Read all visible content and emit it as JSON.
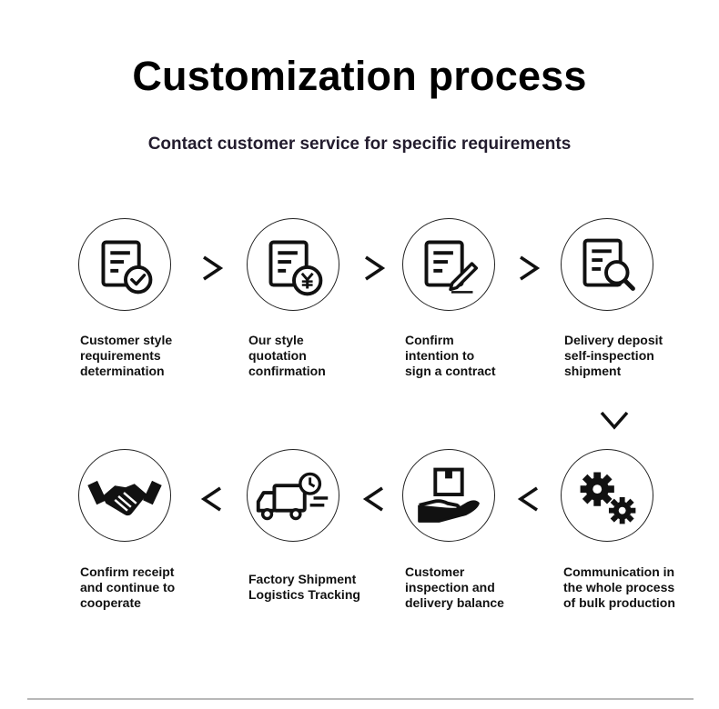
{
  "header": {
    "title": "Customization process",
    "subtitle": "Contact customer service for specific requirements"
  },
  "steps": [
    {
      "label": "Customer style\nrequirements\ndetermination",
      "icon": "document-check-icon"
    },
    {
      "label": "Our style\nquotation\nconfirmation",
      "icon": "document-yuan-icon"
    },
    {
      "label": "Confirm\nintention to\nsign a contract",
      "icon": "document-pen-icon"
    },
    {
      "label": "Delivery deposit\nself-inspection\nshipment",
      "icon": "document-search-icon"
    },
    {
      "label": "Communication in\nthe whole process\nof bulk production",
      "icon": "gears-icon"
    },
    {
      "label": "Customer\ninspection and\ndelivery balance",
      "icon": "hand-box-icon"
    },
    {
      "label": "Factory Shipment\nLogistics Tracking",
      "icon": "delivery-truck-icon"
    },
    {
      "label": "Confirm receipt\nand continue to\ncooperate",
      "icon": "handshake-icon"
    }
  ]
}
